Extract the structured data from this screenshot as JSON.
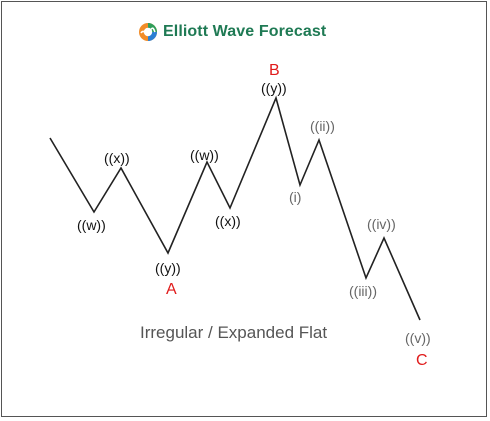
{
  "header": {
    "brand": "Elliott Wave Forecast",
    "brand_color": "#1f7a54",
    "logo_icon": "elliott-wave-logo-icon"
  },
  "diagram": {
    "caption": "Irregular / Expanded Flat",
    "wave_labels": {
      "w1": "((w))",
      "x1": "((x))",
      "y1": "((y))",
      "w2": "((w))",
      "x2": "((x))",
      "y2": "((y))",
      "i": "(i)",
      "ii": "((ii))",
      "iii": "((iii))",
      "iv": "((iv))",
      "v": "((v))"
    },
    "point_labels": {
      "A": "A",
      "B": "B",
      "C": "C"
    },
    "colors": {
      "line": "#222222",
      "point_label": "#e01b1b",
      "subwave_label": "#666666",
      "wave_label": "#111111"
    }
  }
}
